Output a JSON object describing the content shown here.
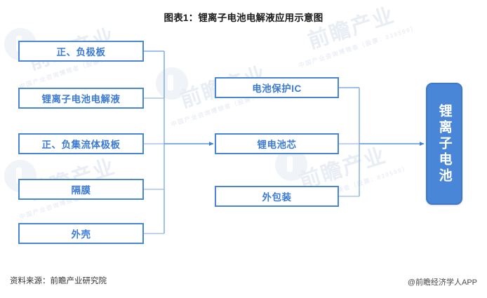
{
  "title": "图表1：锂离子电池电解液应用示意图",
  "colors": {
    "box_border": "#4a86d8",
    "box_text": "#3b7ad4",
    "final_fill": "#4a86d8",
    "final_text": "#ffffff",
    "connector": "#5b93dd",
    "connector_light": "#a8c6ec",
    "title_text": "#1a1a1a",
    "watermark": "#e9edf4"
  },
  "diagram": {
    "type": "flow",
    "columns": [
      {
        "name": "materials",
        "nodes": [
          {
            "label": "正、负极板"
          },
          {
            "label": "锂离子电池电解液"
          },
          {
            "label": "正、负集流体极板"
          },
          {
            "label": "隔膜"
          },
          {
            "label": "外壳"
          }
        ]
      },
      {
        "name": "components",
        "nodes": [
          {
            "label": "电池保护IC"
          },
          {
            "label": "锂电池芯"
          },
          {
            "label": "外包装"
          }
        ]
      },
      {
        "name": "product",
        "nodes": [
          {
            "label": "锂离子电池"
          }
        ]
      }
    ],
    "flows": [
      {
        "from": "materials",
        "to": "锂电池芯"
      },
      {
        "from": "components",
        "to": "锂离子电池"
      }
    ]
  },
  "watermarks": {
    "brand_big": "前瞻产业",
    "brand_small": "中国产业咨询博领者（股票：839599）"
  },
  "footer": {
    "source": "资料来源：前瞻产业研究院",
    "attribution": "@前瞻经济学人APP"
  }
}
